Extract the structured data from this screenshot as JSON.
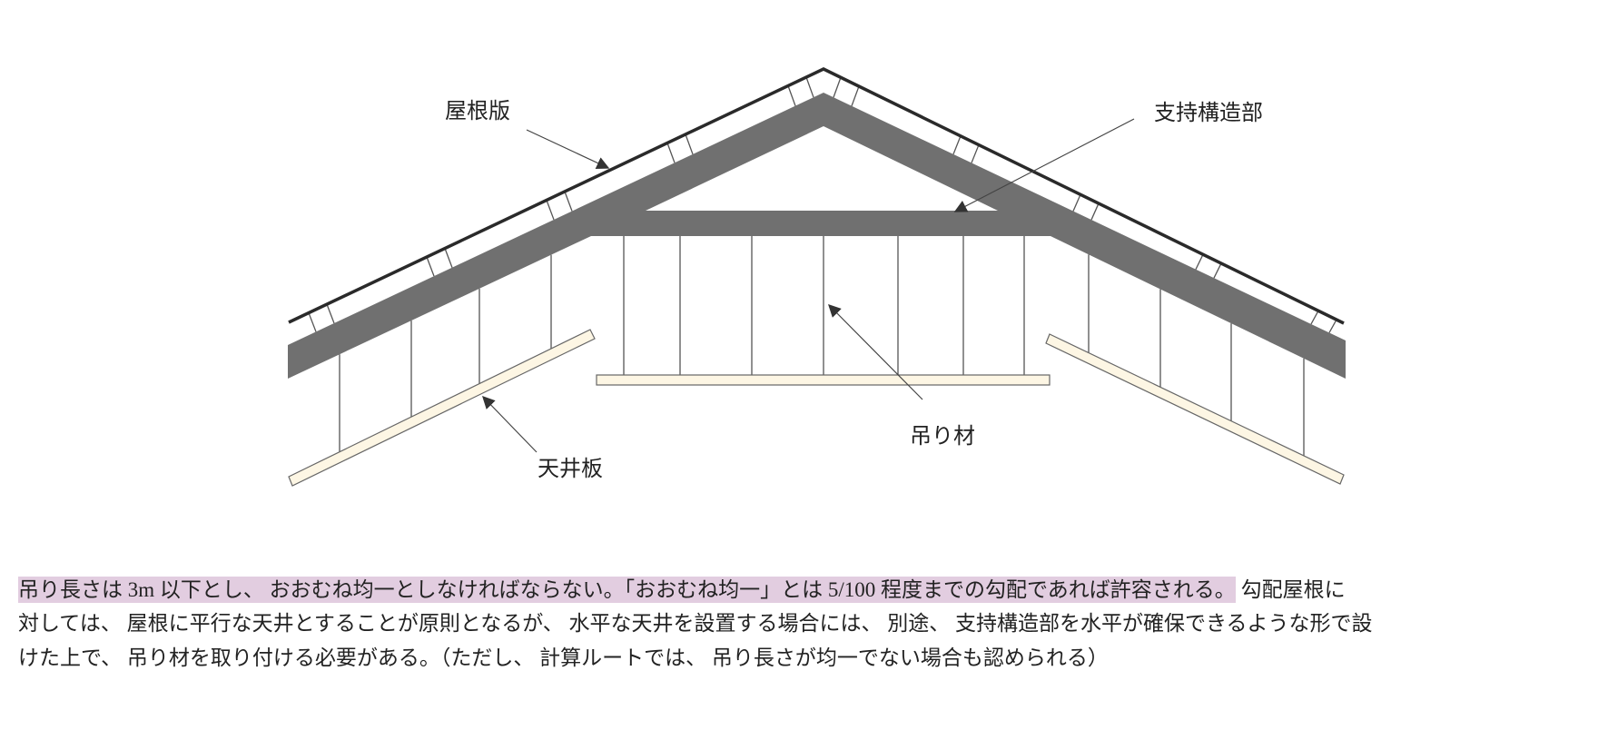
{
  "diagram": {
    "labels": {
      "roof_slab": "屋根版",
      "support_structure": "支持構造部",
      "hanger": "吊り材",
      "ceiling_board": "天井板"
    },
    "colors": {
      "structure": "#707070",
      "ceiling_board": "#fdf6e4",
      "line": "#2a2a2a",
      "highlight": "#e2cde0"
    }
  },
  "text": {
    "line1_highlight": "吊り長さは 3m 以下とし、 おおむね均一としなければならない。「おおむね均一」とは 5/100 程度までの勾配であれば許容される。",
    "line1_rest": " 勾配屋根に",
    "line2": "対しては、 屋根に平行な天井とすることが原則となるが、 水平な天井を設置する場合には、 別途、 支持構造部を水平が確保できるような形で設",
    "line3": "けた上で、 吊り材を取り付ける必要がある。（ただし、 計算ルートでは、 吊り長さが均一でない場合も認められる）"
  }
}
